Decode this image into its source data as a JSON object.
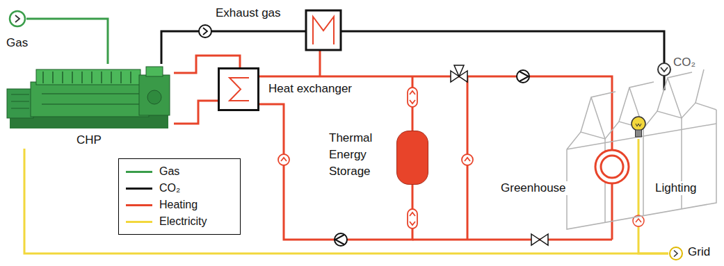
{
  "diagram": {
    "nodes": [
      {
        "text": [
          "Gas"
        ]
      },
      {
        "text": [
          "CHP"
        ]
      },
      {
        "text": [
          "Heat exchanger"
        ]
      },
      {
        "text": [
          "Thermal Energy Storage"
        ]
      },
      {
        "text": [
          "Greenhouse"
        ]
      },
      {
        "text": [
          "Lighting"
        ],
        "in": 4
      },
      {
        "text": [
          "Grid"
        ]
      }
    ],
    "edges": [
      {
        "from": 0,
        "to": 1,
        "arrow": "none"
      },
      {
        "from": 1,
        "to": 2,
        "arrow": "none"
      },
      {
        "from": 1,
        "to": 4,
        "label": "Exhaust gas",
        "arrow": "none"
      },
      {
        "from": 2,
        "to": 4,
        "arrow": "none"
      },
      {
        "from": 2,
        "to": 3,
        "arrow": "none"
      },
      {
        "from": 1,
        "to": 6,
        "arrow": "none"
      },
      {
        "from": 5,
        "to": 6,
        "arrow": "none"
      }
    ],
    "labels": [
      "CO₂"
    ],
    "legend": [
      {
        "text": "Gas"
      },
      {
        "text": "CO₂"
      },
      {
        "text": "Heating"
      },
      {
        "text": "Electricity"
      }
    ]
  }
}
